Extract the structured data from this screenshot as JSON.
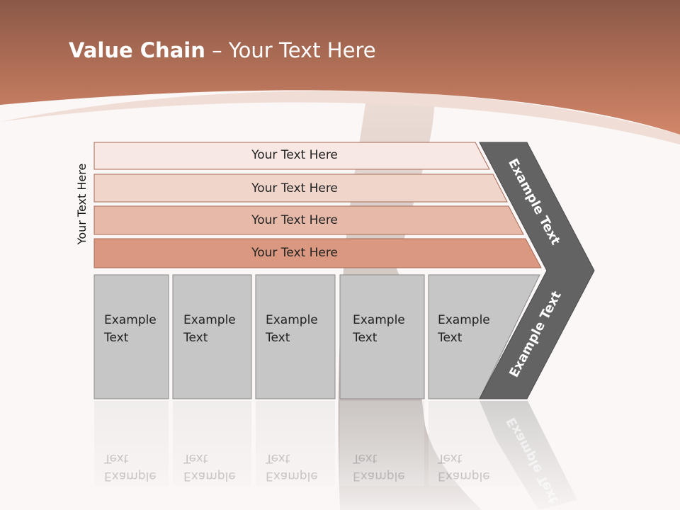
{
  "slide": {
    "title_bold": "Value Chain",
    "title_rest": " – Your Text Here",
    "side_label": "Your Text Here"
  },
  "rows": [
    {
      "label": "Your Text Here"
    },
    {
      "label": "Your Text Here"
    },
    {
      "label": "Your Text Here"
    },
    {
      "label": "Your Text Here"
    }
  ],
  "activities": [
    {
      "line1": "Example",
      "line2": "Text"
    },
    {
      "line1": "Example",
      "line2": "Text"
    },
    {
      "line1": "Example",
      "line2": "Text"
    },
    {
      "line1": "Example",
      "line2": "Text"
    },
    {
      "line1": "Example",
      "line2": "Text"
    }
  ],
  "chevron": {
    "upper_label": "Example Text",
    "lower_label": "Example Text"
  },
  "colors": {
    "header": "#c97c60",
    "row_fills": [
      "#f8e8e3",
      "#f0d5cb",
      "#e6b9a8",
      "#d9987f"
    ],
    "cell_fill": "#c6c6c6",
    "chevron": "#636363"
  }
}
